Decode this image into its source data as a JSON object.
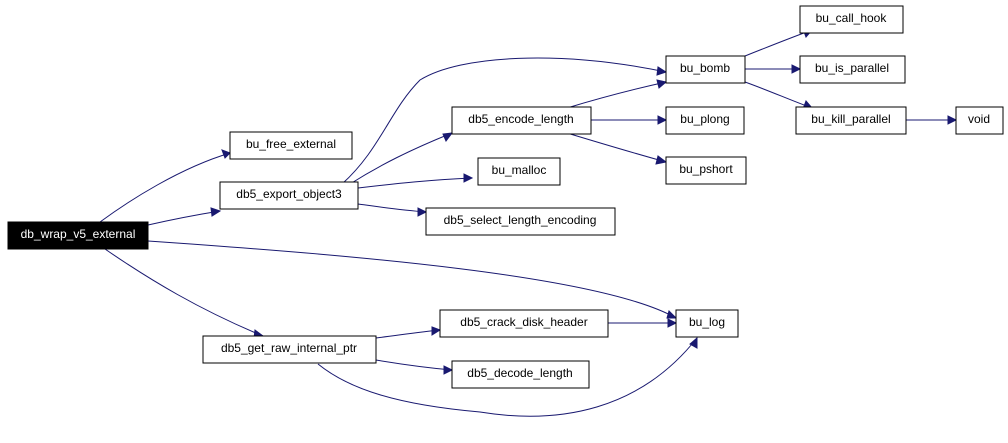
{
  "diagram": {
    "edge_color": "#191970",
    "nodes": [
      {
        "id": "db_wrap_v5_external",
        "label": "db_wrap_v5_external",
        "root": true
      },
      {
        "id": "bu_free_external",
        "label": "bu_free_external"
      },
      {
        "id": "db5_export_object3",
        "label": "db5_export_object3"
      },
      {
        "id": "db5_get_raw_internal_ptr",
        "label": "db5_get_raw_internal_ptr"
      },
      {
        "id": "bu_log",
        "label": "bu_log"
      },
      {
        "id": "db5_encode_length",
        "label": "db5_encode_length"
      },
      {
        "id": "bu_malloc",
        "label": "bu_malloc"
      },
      {
        "id": "db5_select_length_encoding",
        "label": "db5_select_length_encoding"
      },
      {
        "id": "bu_bomb",
        "label": "bu_bomb"
      },
      {
        "id": "bu_plong",
        "label": "bu_plong"
      },
      {
        "id": "bu_pshort",
        "label": "bu_pshort"
      },
      {
        "id": "bu_call_hook",
        "label": "bu_call_hook"
      },
      {
        "id": "bu_is_parallel",
        "label": "bu_is_parallel"
      },
      {
        "id": "bu_kill_parallel",
        "label": "bu_kill_parallel"
      },
      {
        "id": "void",
        "label": "void"
      },
      {
        "id": "db5_crack_disk_header",
        "label": "db5_crack_disk_header"
      },
      {
        "id": "db5_decode_length",
        "label": "db5_decode_length"
      }
    ],
    "edges": [
      {
        "from": "db_wrap_v5_external",
        "to": "bu_free_external"
      },
      {
        "from": "db_wrap_v5_external",
        "to": "db5_export_object3"
      },
      {
        "from": "db_wrap_v5_external",
        "to": "bu_log"
      },
      {
        "from": "db_wrap_v5_external",
        "to": "db5_get_raw_internal_ptr"
      },
      {
        "from": "db5_export_object3",
        "to": "bu_bomb"
      },
      {
        "from": "db5_export_object3",
        "to": "db5_encode_length"
      },
      {
        "from": "db5_export_object3",
        "to": "bu_malloc"
      },
      {
        "from": "db5_export_object3",
        "to": "db5_select_length_encoding"
      },
      {
        "from": "db5_encode_length",
        "to": "bu_bomb"
      },
      {
        "from": "db5_encode_length",
        "to": "bu_plong"
      },
      {
        "from": "db5_encode_length",
        "to": "bu_pshort"
      },
      {
        "from": "bu_bomb",
        "to": "bu_call_hook"
      },
      {
        "from": "bu_bomb",
        "to": "bu_is_parallel"
      },
      {
        "from": "bu_bomb",
        "to": "bu_kill_parallel"
      },
      {
        "from": "bu_kill_parallel",
        "to": "void"
      },
      {
        "from": "db5_get_raw_internal_ptr",
        "to": "db5_crack_disk_header"
      },
      {
        "from": "db5_get_raw_internal_ptr",
        "to": "db5_decode_length"
      },
      {
        "from": "db5_get_raw_internal_ptr",
        "to": "bu_log"
      },
      {
        "from": "db5_crack_disk_header",
        "to": "bu_log"
      }
    ]
  }
}
